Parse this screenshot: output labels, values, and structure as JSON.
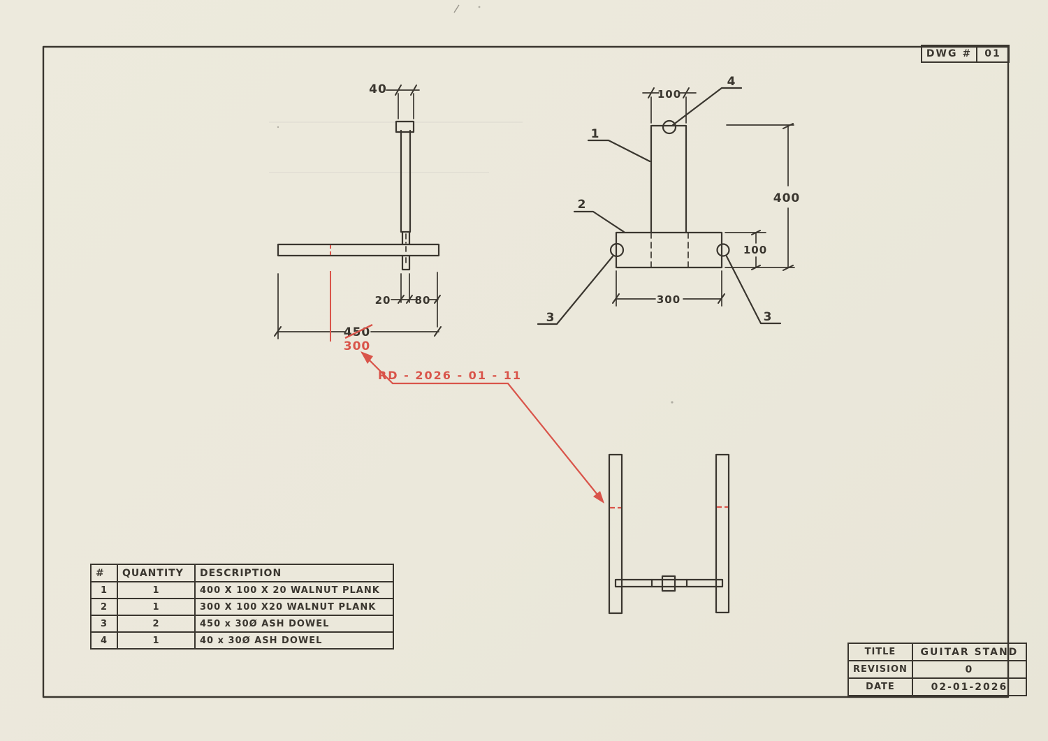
{
  "sheet": {
    "dwg_label": "DWG #",
    "dwg_number": "01",
    "paper_color": "#ece9dd",
    "ink_color": "#3a362f",
    "revision_color": "#d9544a"
  },
  "title_block": {
    "rows": [
      {
        "label": "TITLE",
        "value": "GUITAR STAND"
      },
      {
        "label": "REVISION",
        "value": "0"
      },
      {
        "label": "DATE",
        "value": "02-01-2026"
      }
    ]
  },
  "parts_table": {
    "headers": [
      "#",
      "QUANTITY",
      "DESCRIPTION"
    ],
    "rows": [
      {
        "num": "1",
        "qty": "1",
        "desc": "400 X 100 X 20 WALNUT PLANK"
      },
      {
        "num": "2",
        "qty": "1",
        "desc": "300 X 100 X20 WALNUT PLANK"
      },
      {
        "num": "3",
        "qty": "2",
        "desc": "450 x 30Ø ASH DOWEL"
      },
      {
        "num": "4",
        "qty": "1",
        "desc": "40 x 30Ø ASH DOWEL"
      }
    ]
  },
  "dimensions": {
    "side_view": {
      "cap_width": "40",
      "plank_thickness": "20",
      "dowel_overhang": "80",
      "old_length": "450",
      "revised_length": "300"
    },
    "front_view": {
      "plank_width": "100",
      "overall_height": "400",
      "base_thickness": "100",
      "base_width": "300"
    }
  },
  "callouts": {
    "vertical_plank": "1",
    "base_plank": "2",
    "long_dowel": "3",
    "short_dowel": "4"
  },
  "revision_note": {
    "text": "RD - 2026 - 01 - 11"
  }
}
